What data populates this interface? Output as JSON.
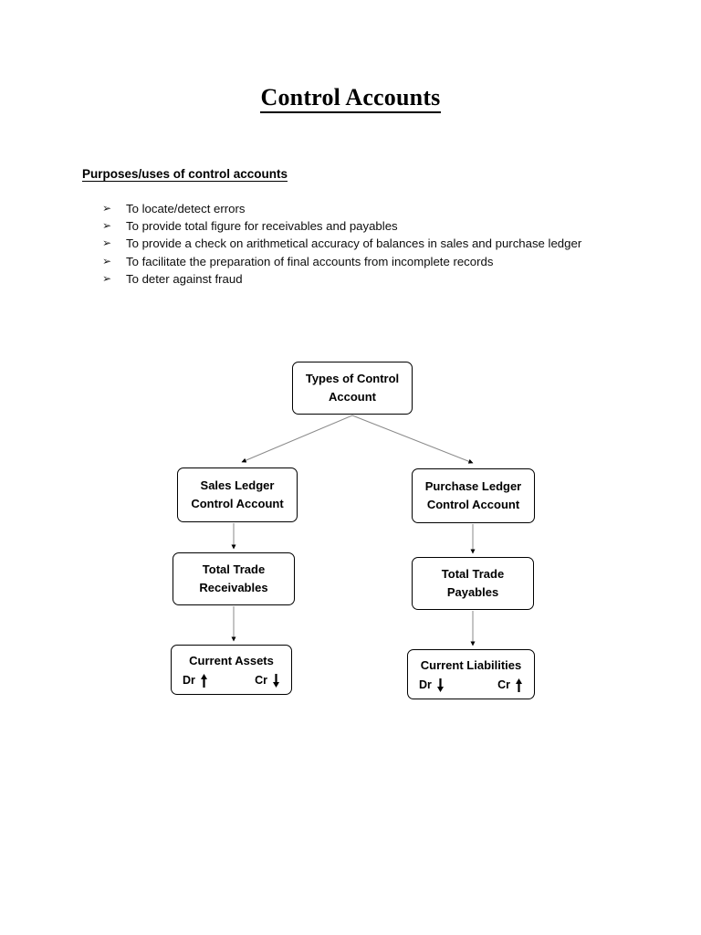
{
  "document": {
    "title": "Control Accounts",
    "section_heading": "Purposes/uses of control accounts",
    "bullet_glyph": "➢",
    "bullets": [
      "To locate/detect errors",
      "To provide total figure for receivables and payables",
      "To provide a check on arithmetical accuracy of balances in sales and purchase ledger",
      "To facilitate the preparation of final accounts from incomplete records",
      "To deter against fraud"
    ]
  },
  "diagram": {
    "type": "flowchart",
    "nodes": {
      "root": {
        "line1": "Types of Control",
        "line2": "Account"
      },
      "sales_ledger": {
        "line1": "Sales Ledger",
        "line2": "Control Account"
      },
      "purchase_ledger": {
        "line1": "Purchase Ledger",
        "line2": "Control Account"
      },
      "receivables": {
        "line1": "Total Trade",
        "line2": "Receivables"
      },
      "payables": {
        "line1": "Total Trade",
        "line2": "Payables"
      },
      "current_assets": {
        "title": "Current Assets",
        "debit_label": "Dr",
        "debit_direction": "up",
        "credit_label": "Cr",
        "credit_direction": "down"
      },
      "current_liabilities": {
        "title": "Current Liabilities",
        "debit_label": "Dr",
        "debit_direction": "down",
        "credit_label": "Cr",
        "credit_direction": "up"
      }
    },
    "colors": {
      "node_border": "#000000",
      "node_fill": "#ffffff",
      "connector": "#7f7f7f",
      "arrowhead": "#000000",
      "text": "#000000"
    }
  }
}
